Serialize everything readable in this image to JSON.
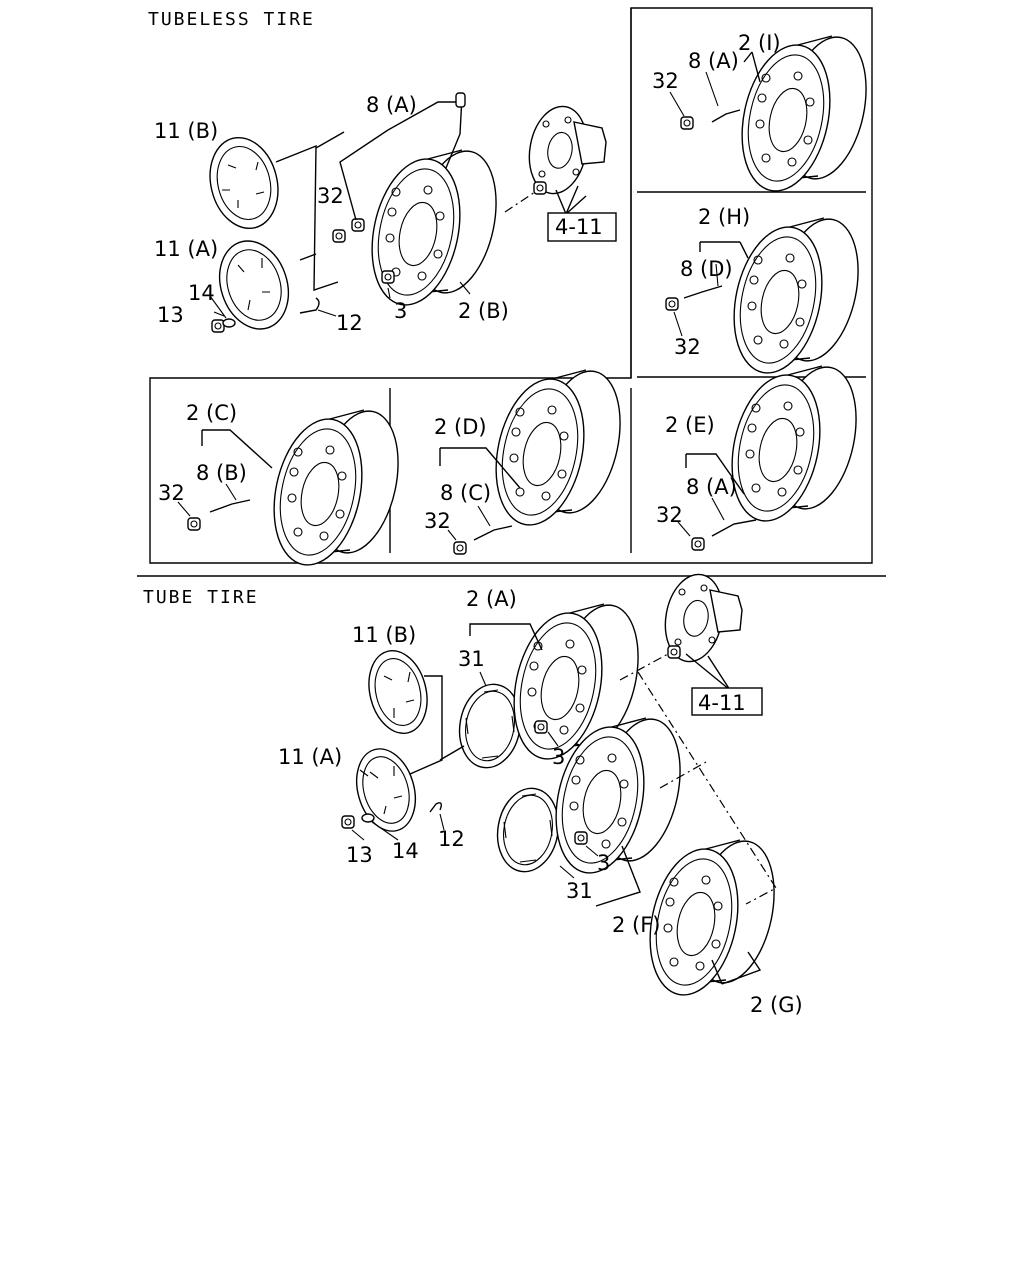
{
  "sections": {
    "tubeless": "TUBELESS TIRE",
    "tube": "TUBE TIRE"
  },
  "labels": {
    "p8A": "8 (A)",
    "p11B": "11 (B)",
    "p11A": "11 (A)",
    "p32": "32",
    "p3": "3",
    "p2B": "2 (B)",
    "p12": "12",
    "p13": "13",
    "p14": "14",
    "p411": "4-11",
    "p2I": "2 (I)",
    "p2H": "2 (H)",
    "p8D": "8 (D)",
    "p2C": "2 (C)",
    "p8B": "8 (B)",
    "p2D": "2 (D)",
    "p8C": "8 (C)",
    "p2E": "2 (E)",
    "p2A": "2 (A)",
    "p31": "31",
    "p2F": "2 (F)",
    "p2G": "2 (G)"
  }
}
